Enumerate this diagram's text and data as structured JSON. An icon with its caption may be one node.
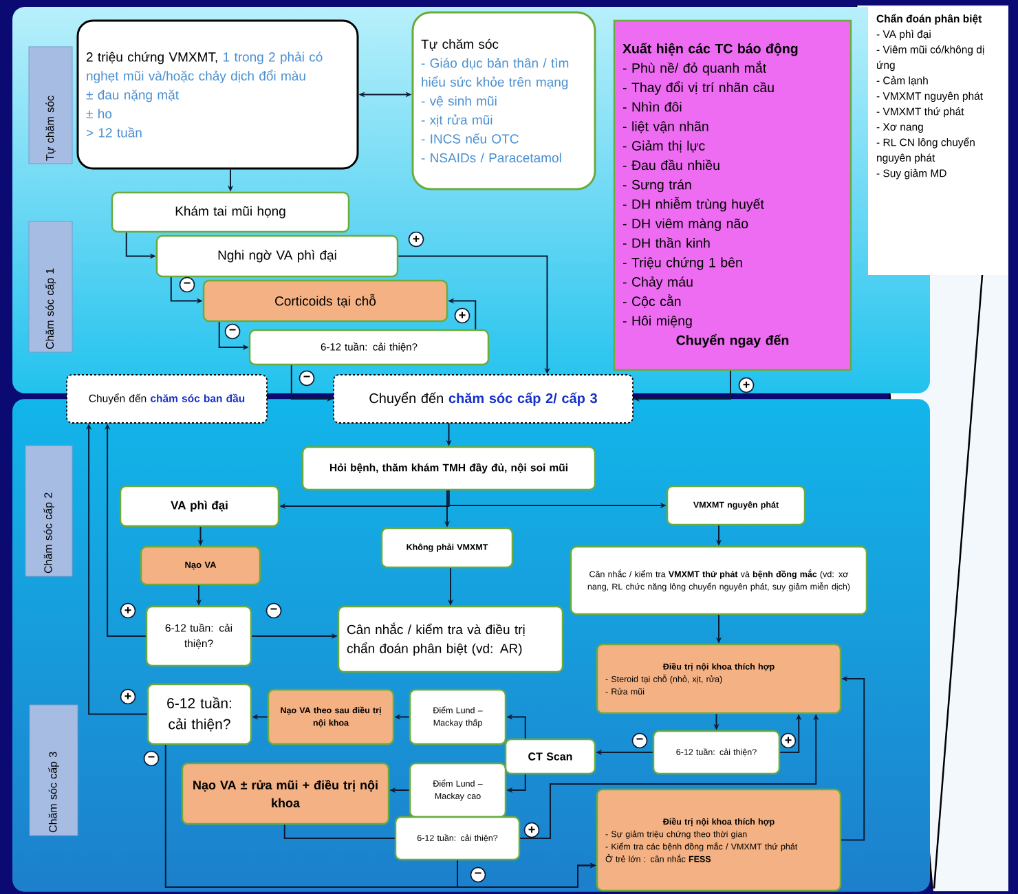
{
  "diagram": {
    "nodes": [
      {
        "text": [
          "Tự chăm sóc"
        ]
      },
      {
        "text": [
          "Chăm sóc cấp 1"
        ]
      },
      {
        "text": [
          "Chăm sóc cấp 2"
        ]
      },
      {
        "text": [
          "Chăm sóc cấp 3"
        ]
      },
      {
        "text": [
          "2 triệu chứng VMXMT,",
          "1 trong 2 phải có nghẹt mũi và/hoặc chảy dịch đổi màu",
          "± đau nặng mặt",
          "± ho",
          "> 12 tuần"
        ]
      },
      {
        "text": [
          "Tự chăm sóc",
          "- Giáo dục bản thân / tìm hiểu sức khỏe trên mạng",
          "- vệ sinh mũi",
          "- xịt rửa mũi",
          "- INCS nếu OTC",
          "- NSAIDs / Paracetamol"
        ]
      },
      {
        "text": [
          "Xuất hiện các TC báo động",
          "- Phù nề/ đỏ quanh mắt",
          "- Thay đổi vị trí nhãn cầu",
          "- Nhìn đôi",
          "- liệt vận nhãn",
          "- Giảm thị lực",
          "- Đau đầu nhiều",
          "- Sưng trán",
          "- DH nhiễm trùng huyết",
          "- DH viêm màng não",
          "- DH thần kinh",
          "- Triệu chứng 1 bên",
          "- Chảy máu",
          "- Cộc cằn",
          "- Hôi miệng",
          "Chuyển ngay đến"
        ]
      },
      {
        "text": [
          "Chẩn đoán phân biệt",
          "- VA phì đại",
          "- Viêm mũi có/không dị ứng",
          "- Cảm lạnh",
          "- VMXMT nguyên phát",
          "- VMXMT thứ phát",
          "- Xơ nang",
          "- RL CN lông chuyển nguyên phát",
          "- Suy giảm MD"
        ]
      },
      {
        "text": [
          "Khám tai mũi họng"
        ]
      },
      {
        "text": [
          "Nghi ngờ VA phì đại"
        ]
      },
      {
        "text": [
          "Corticoids tại chỗ"
        ]
      },
      {
        "text": [
          "6-12 tuần: cải thiện?"
        ]
      },
      {
        "text": [
          "Chuyển đến",
          "chăm sóc ban đầu"
        ]
      },
      {
        "text": [
          "Chuyển đến",
          "chăm sóc cấp 2/ cấp 3"
        ]
      },
      {
        "text": [
          "Hỏi bệnh, thăm khám TMH đầy đủ, nội soi mũi"
        ]
      },
      {
        "text": [
          "VA phì đại"
        ]
      },
      {
        "text": [
          "VMXMT nguyên phát"
        ]
      },
      {
        "text": [
          "Không phải VMXMT"
        ]
      },
      {
        "text": [
          "Nạo VA"
        ]
      },
      {
        "text": [
          "Cân nhắc / kiểm tra **VMXMT thứ phát** và **bệnh đồng mắc** (vd: xơ nang, RL chức năng lông chuyển nguyên phát, suy giảm miễn dịch)"
        ]
      },
      {
        "text": [
          "6-12 tuần: cải thiện?"
        ]
      },
      {
        "text": [
          "Cân nhắc / kiểm tra và điều trị chẩn đoán phân biệt (vd: AR)"
        ]
      },
      {
        "text": [
          "Điều trị nội khoa thích hợp",
          "- Steroid tại chỗ (nhỏ, xịt, rửa)",
          "- Rửa mũi"
        ]
      },
      {
        "text": [
          "6-12 tuần: cải thiện?"
        ]
      },
      {
        "text": [
          "Nạo VA theo sau điều trị nội khoa"
        ]
      },
      {
        "text": [
          "Điểm Lund – Mackay thấp"
        ]
      },
      {
        "text": [
          "CT Scan"
        ]
      },
      {
        "text": [
          "6-12 tuần: cải thiện?"
        ]
      },
      {
        "text": [
          "Nạo VA ± rửa mũi + điều trị nội khoa"
        ]
      },
      {
        "text": [
          "Điểm Lund – Mackay cao"
        ]
      },
      {
        "text": [
          "6-12 tuần: cải thiện?"
        ]
      },
      {
        "text": [
          "Điều trị nội khoa thích hợp",
          "- Sự giảm triệu chứng theo thời gian",
          "- Kiểm tra các bệnh đồng mắc / VMXMT thứ phát",
          "Ở trẻ lớn : cân nhắc **FESS**"
        ]
      }
    ],
    "edges": [
      {
        "from": 4,
        "to": 5,
        "arrow": "both"
      },
      {
        "from": 4,
        "to": 8,
        "arrow": "to"
      },
      {
        "from": 8,
        "to": 9,
        "arrow": "to"
      },
      {
        "from": 9,
        "to": 13,
        "arrow": "to",
        "label": "+"
      },
      {
        "from": 9,
        "to": 10,
        "arrow": "to",
        "label": "−"
      },
      {
        "from": 10,
        "to": 11,
        "arrow": "to",
        "label": "−"
      },
      {
        "from": 11,
        "to": 10,
        "arrow": "to",
        "label": "+"
      },
      {
        "from": 11,
        "to": 13,
        "arrow": "to",
        "label": "−"
      },
      {
        "from": 6,
        "to": 13,
        "arrow": "to",
        "label": "+"
      },
      {
        "from": 13,
        "to": 14,
        "arrow": "to"
      },
      {
        "from": 14,
        "to": 15,
        "arrow": "to"
      },
      {
        "from": 14,
        "to": 16,
        "arrow": "to"
      },
      {
        "from": 14,
        "to": 17,
        "arrow": "to"
      },
      {
        "from": 15,
        "to": 18,
        "arrow": "to"
      },
      {
        "from": 18,
        "to": 20,
        "arrow": "to"
      },
      {
        "from": 20,
        "to": 12,
        "arrow": "to",
        "label": "+"
      },
      {
        "from": 20,
        "to": 21,
        "arrow": "to",
        "label": "−"
      },
      {
        "from": 17,
        "to": 21,
        "arrow": "to"
      },
      {
        "from": 16,
        "to": 19,
        "arrow": "to"
      },
      {
        "from": 19,
        "to": 22,
        "arrow": "to"
      },
      {
        "from": 22,
        "to": 27,
        "arrow": "to"
      },
      {
        "from": 27,
        "to": 22,
        "arrow": "to",
        "label": "+"
      },
      {
        "from": 27,
        "to": 26,
        "arrow": "to",
        "label": "−"
      },
      {
        "from": 26,
        "to": 25,
        "arrow": "to"
      },
      {
        "from": 26,
        "to": 29,
        "arrow": "to"
      },
      {
        "from": 25,
        "to": 24,
        "arrow": "to"
      },
      {
        "from": 24,
        "to": 23,
        "arrow": "to"
      },
      {
        "from": 23,
        "to": 12,
        "arrow": "to",
        "label": "+"
      },
      {
        "from": 23,
        "to": 31,
        "arrow": "to",
        "label": "−"
      },
      {
        "from": 29,
        "to": 28,
        "arrow": "to"
      },
      {
        "from": 28,
        "to": 30,
        "arrow": "none"
      },
      {
        "from": 30,
        "to": 22,
        "arrow": "to",
        "label": "+"
      },
      {
        "from": 30,
        "to": 31,
        "arrow": "to",
        "label": "−"
      },
      {
        "from": 31,
        "to": 22,
        "arrow": "to"
      }
    ]
  }
}
